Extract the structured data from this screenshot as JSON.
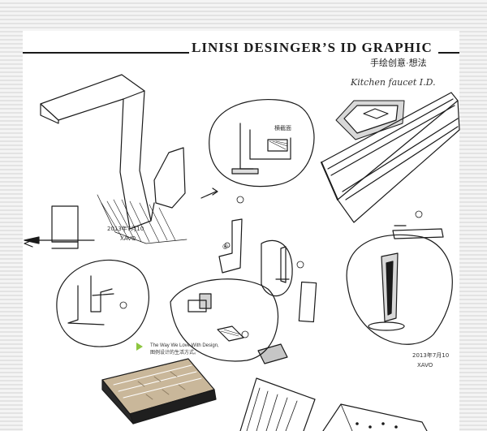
{
  "header": {
    "title": "LINISI DESINGER’S ID GRAPHIC",
    "subtitle": "手绘创意·想法"
  },
  "sketch_note": "Kitchen faucet I.D.",
  "tagline": {
    "line1": "The Way We Love With Design,",
    "line2": "图例设计的生活方式。"
  },
  "signatures": {
    "first": "2013年7月10",
    "first_name": "XAVO",
    "second": "2013年7月10",
    "second_name": "XAVO"
  },
  "annotations": {
    "mark_a": "@",
    "mark_b": "横截面"
  },
  "colors": {
    "ink": "#1a1a1a",
    "accent_green": "#8dc63f",
    "mesh_dark": "#1f1f1f",
    "panel_grey": "#d8d8d8"
  }
}
